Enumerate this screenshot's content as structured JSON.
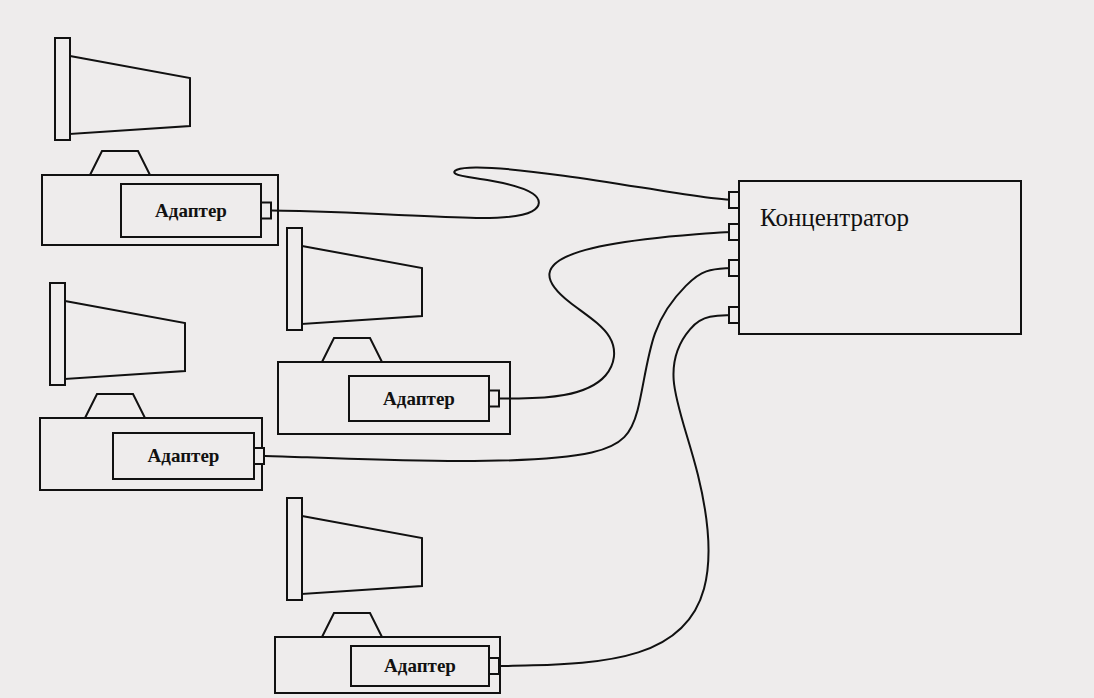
{
  "diagram": {
    "nodes": [
      {
        "text": [
          "Адаптер"
        ]
      },
      {
        "text": [
          "Концентратор"
        ]
      },
      {
        "text": [
          "Адаптер"
        ]
      },
      {
        "text": [
          "Адаптер"
        ]
      },
      {
        "text": [
          "Адаптер"
        ]
      }
    ],
    "edges": [
      {
        "from": 0,
        "to": 1,
        "arrow": "none"
      },
      {
        "from": 2,
        "to": 1,
        "arrow": "none"
      },
      {
        "from": 3,
        "to": 1,
        "arrow": "none"
      },
      {
        "from": 4,
        "to": 1,
        "arrow": "none"
      }
    ]
  }
}
